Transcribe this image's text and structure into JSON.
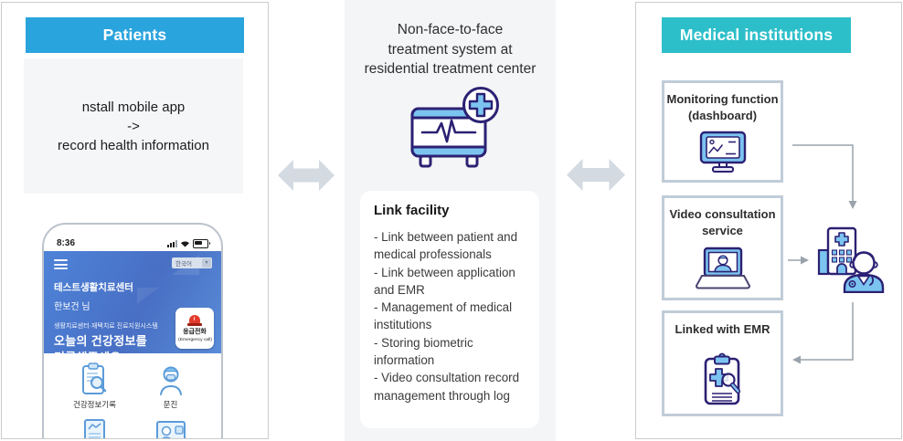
{
  "diagram": {
    "patients": {
      "header": "Patients",
      "description": "nstall mobile app\n->\nrecord health information",
      "phone": {
        "status_time": "8:36",
        "language_selector": "한국어",
        "language_caret": "▾",
        "center_name": "테스트생활치료센터",
        "user_name": "한보건 님",
        "system_label": "생활치료센터·재택치료 진료지원시스템",
        "headline": "오늘의 건강정보를\n기록해주세요.",
        "emergency_label": "응급전화",
        "emergency_sub": "(Emergency call)",
        "menu_items": [
          {
            "label": "건강정보기록",
            "icon": "health-record-clipboard-icon"
          },
          {
            "label": "문진",
            "icon": "doctor-questionnaire-icon"
          }
        ]
      }
    },
    "center": {
      "title": "Non-face-to-face\ntreatment system at\nresidential treatment center",
      "icon": "medical-monitor-plus-icon",
      "card": {
        "title": "Link facility",
        "items": [
          "- Link between patient and medical professionals",
          "- Link between application and EMR",
          "- Management of medical institutions",
          "- Storing biometric information",
          "- Video consultation record management through log"
        ]
      }
    },
    "medical": {
      "header": "Medical institutions",
      "boxes": [
        {
          "label": "Monitoring function\n(dashboard)",
          "icon": "dashboard-monitor-icon"
        },
        {
          "label": "Video consultation\nservice",
          "icon": "video-consultation-laptop-icon"
        },
        {
          "label": "Linked with EMR",
          "icon": "emr-clipboard-icon"
        }
      ],
      "hub_icon": "hospital-doctor-icon"
    },
    "colors": {
      "patients_header_bg": "#2aa4dd",
      "medical_header_bg": "#2dbfc9",
      "center_column_bg": "#f3f5f7",
      "double_arrow": "#d3dae1",
      "icon_outline": "#2b2173",
      "icon_fill": "#7cc4f0",
      "phone_header_bg": "#4b7fd2",
      "emergency_red": "#e23a2c",
      "connector_gray": "#9aa3ab"
    }
  }
}
